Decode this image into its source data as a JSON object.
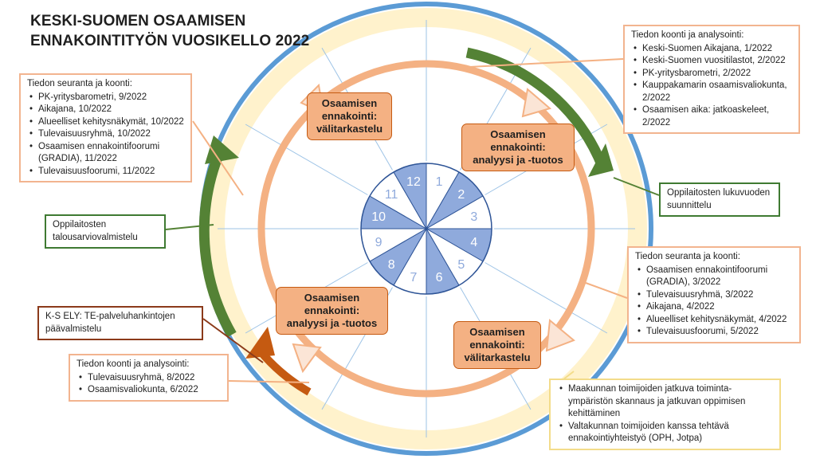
{
  "title": {
    "line1": "KESKI-SUOMEN OSAAMISEN",
    "line2": "ENNAKOINTITYÖN VUOSIKELLO 2022"
  },
  "clock": {
    "months": [
      "1",
      "2",
      "3",
      "4",
      "5",
      "6",
      "7",
      "8",
      "9",
      "10",
      "11",
      "12"
    ],
    "shaded_months": [
      "2",
      "4",
      "6",
      "8",
      "10",
      "12"
    ],
    "colors": {
      "outer_ring": "#5b9bd5",
      "inner_band": "#fff2cc",
      "cycle_ring": "#f4b183",
      "green_arrow": "#548235",
      "orange_arrow": "#c55a11",
      "shaded_segment": "#8faadc"
    }
  },
  "phases": {
    "top_left": {
      "line1": "Osaamisen",
      "line2": "ennakointi:",
      "line3": "välitarkastelu"
    },
    "top_right": {
      "line1": "Osaamisen",
      "line2": "ennakointi:",
      "line3": "analyysi ja -tuotos"
    },
    "bottom_left": {
      "line1": "Osaamisen",
      "line2": "ennakointi:",
      "line3": "analyysi ja -tuotos"
    },
    "bottom_right": {
      "line1": "Osaamisen",
      "line2": "ennakointi:",
      "line3": "välitarkastelu"
    }
  },
  "boxes": {
    "top_right": {
      "header": "Tiedon koonti ja analysointi:",
      "items": [
        "Keski-Suomen Aikajana, 1/2022",
        "Keski-Suomen vuositilastot, 2/2022",
        "PK-yritysbarometri, 2/2022",
        "Kauppakamarin osaamisvaliokunta, 2/2022",
        "Osaamisen aika: jatkoaskeleet, 2/2022"
      ]
    },
    "top_left": {
      "header": "Tiedon seuranta ja koonti:",
      "items": [
        "PK-yritysbarometri, 9/2022",
        "Aikajana, 10/2022",
        "Alueelliset kehitysnäkymät, 10/2022",
        "Tulevaisuusryhmä, 10/2022",
        "Osaamisen ennakointifoorumi (GRADIA), 11/2022",
        "Tulevaisuusfoorumi, 11/2022"
      ]
    },
    "right_middle": {
      "header": "Tiedon seuranta ja koonti:",
      "items": [
        "Osaamisen ennakointifoorumi (GRADIA), 3/2022",
        "Tulevaisuusryhmä, 3/2022",
        "Aikajana, 4/2022",
        "Alueelliset kehitysnäkymät, 4/2022",
        "Tulevaisuusfoorumi, 5/2022"
      ]
    },
    "bottom_left": {
      "header": "Tiedon koonti ja analysointi:",
      "items": [
        "Tulevaisuusryhmä, 8/2022",
        "Osaamisvaliokunta, 6/2022"
      ]
    },
    "bottom_right": {
      "items": [
        "Maakunnan toimijoiden jatkuva toiminta-ympäristön skannaus ja jatkuvan oppimisen kehittäminen",
        "Valtakunnan toimijoiden kanssa tehtävä ennakointiyhteistyö (OPH, Jotpa)"
      ]
    },
    "green_right": {
      "text": "Oppilaitosten lukuvuoden suunnittelu"
    },
    "green_left": {
      "text": "Oppilaitosten talousarviovalmistelu"
    },
    "brown_left": {
      "text": "K-S ELY: TE-palveluhankintojen päävalmistelu"
    }
  }
}
